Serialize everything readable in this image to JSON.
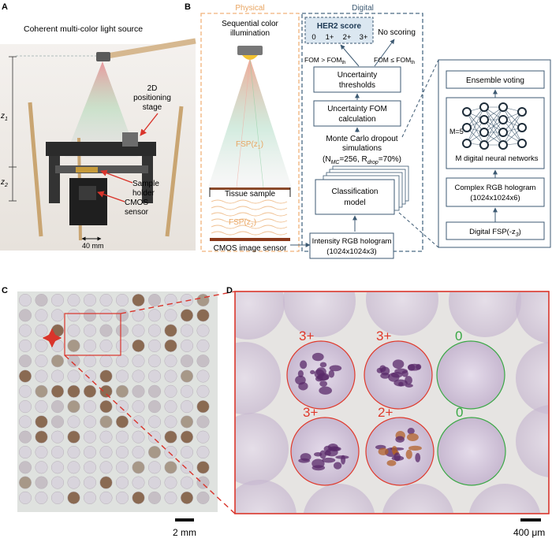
{
  "panels": {
    "a": {
      "letter": "A",
      "title": "Coherent multi-color light source",
      "stage": [
        "2D",
        "positioning",
        "stage"
      ],
      "z1": "z",
      "z1_sub": "1",
      "z2": "z",
      "z2_sub": "2",
      "holder": [
        "Sample",
        "holder"
      ],
      "cmos": [
        "CMOS",
        "sensor"
      ],
      "scale": "40 mm"
    },
    "b": {
      "letter": "B",
      "physical": "Physical",
      "digital": "Digital",
      "illum": [
        "Sequential color",
        "illumination"
      ],
      "fsp1": "FSP(z",
      "fsp1_sub": "1",
      "tissue": "Tissue sample",
      "fsp2": "FSP(z",
      "fsp2_sub": "2",
      "cmos": "CMOS image sensor",
      "her2_title": "HER2 score",
      "her2_scores": [
        "0",
        "1+",
        "2+",
        "3+"
      ],
      "no_scoring": "No scoring",
      "fom_gt": "FOM > FOM",
      "fom_le": "FOM ≤ FOM",
      "fom_sub": "th",
      "thresholds": [
        "Uncertainty",
        "thresholds"
      ],
      "fom_calc": [
        "Uncertainty FOM",
        "calculation"
      ],
      "mc": [
        "Monte Carlo dropout",
        "simulations"
      ],
      "mc_params": "(N",
      "mc_sub1": "MC",
      "mc_mid": "=256, R",
      "mc_sub2": "drop",
      "mc_end": "=70%)",
      "classification": [
        "Classification",
        "model"
      ],
      "intensity": [
        "Intensity RGB hologram",
        "(1024x1024x3)"
      ],
      "ensemble": "Ensemble voting",
      "m5": "M=5",
      "mdnn": "M digital neural networks",
      "complex": [
        "Complex RGB hologram",
        "(1024x1024x6)"
      ],
      "digital_fsp": "Digital  FSP(-z",
      "digital_fsp_sub": "3"
    },
    "c": {
      "letter": "C",
      "scale": "2 mm"
    },
    "d": {
      "letter": "D",
      "scale": "400 μm",
      "cores": [
        {
          "score": "3+",
          "color": "#e0392b"
        },
        {
          "score": "3+",
          "color": "#e0392b"
        },
        {
          "score": "0",
          "color": "#3aa845"
        },
        {
          "score": "3+",
          "color": "#e0392b"
        },
        {
          "score": "2+",
          "color": "#e0392b"
        },
        {
          "score": "0",
          "color": "#3aa845"
        }
      ]
    }
  },
  "colors": {
    "physical_frame": "#f0b27a",
    "digital_frame": "#4a6b85",
    "box_stroke": "#3d5a73",
    "her2_fill": "#dbe7f1",
    "annotation_red": "#d9342b",
    "annotation_green": "#3aa845"
  }
}
